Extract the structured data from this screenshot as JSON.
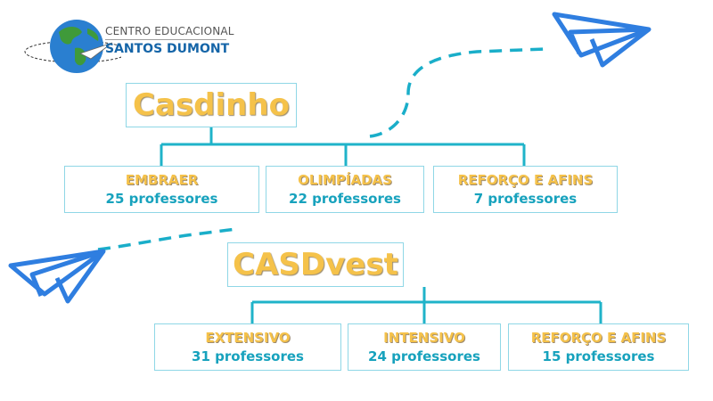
{
  "logo": {
    "line1": "CENTRO EDUCACIONAL",
    "line2": "SANTOS DUMONT"
  },
  "colors": {
    "title_gold": "#f5c24a",
    "count_teal": "#17a2bd",
    "connector": "#1fb3c9",
    "box_border": "#8fd7e6",
    "plane_blue": "#2f7ee0"
  },
  "groups": [
    {
      "title": "Casdinho",
      "items": [
        {
          "name": "EMBRAER",
          "count": "25",
          "unit": "professores"
        },
        {
          "name": "OLIMPÍADAS",
          "count": "22",
          "unit": "professores"
        },
        {
          "name": "REFORÇO E AFINS",
          "count": "7",
          "unit": "professores"
        }
      ]
    },
    {
      "title": "CASDvest",
      "items": [
        {
          "name": "EXTENSIVO",
          "count": "31",
          "unit": "professores"
        },
        {
          "name": "INTENSIVO",
          "count": "24",
          "unit": "professores"
        },
        {
          "name": "REFORÇO E AFINS",
          "count": "15",
          "unit": "professores"
        }
      ]
    }
  ],
  "icons": [
    "globe-icon",
    "paper-plane-icon",
    "paper-plane-icon"
  ]
}
